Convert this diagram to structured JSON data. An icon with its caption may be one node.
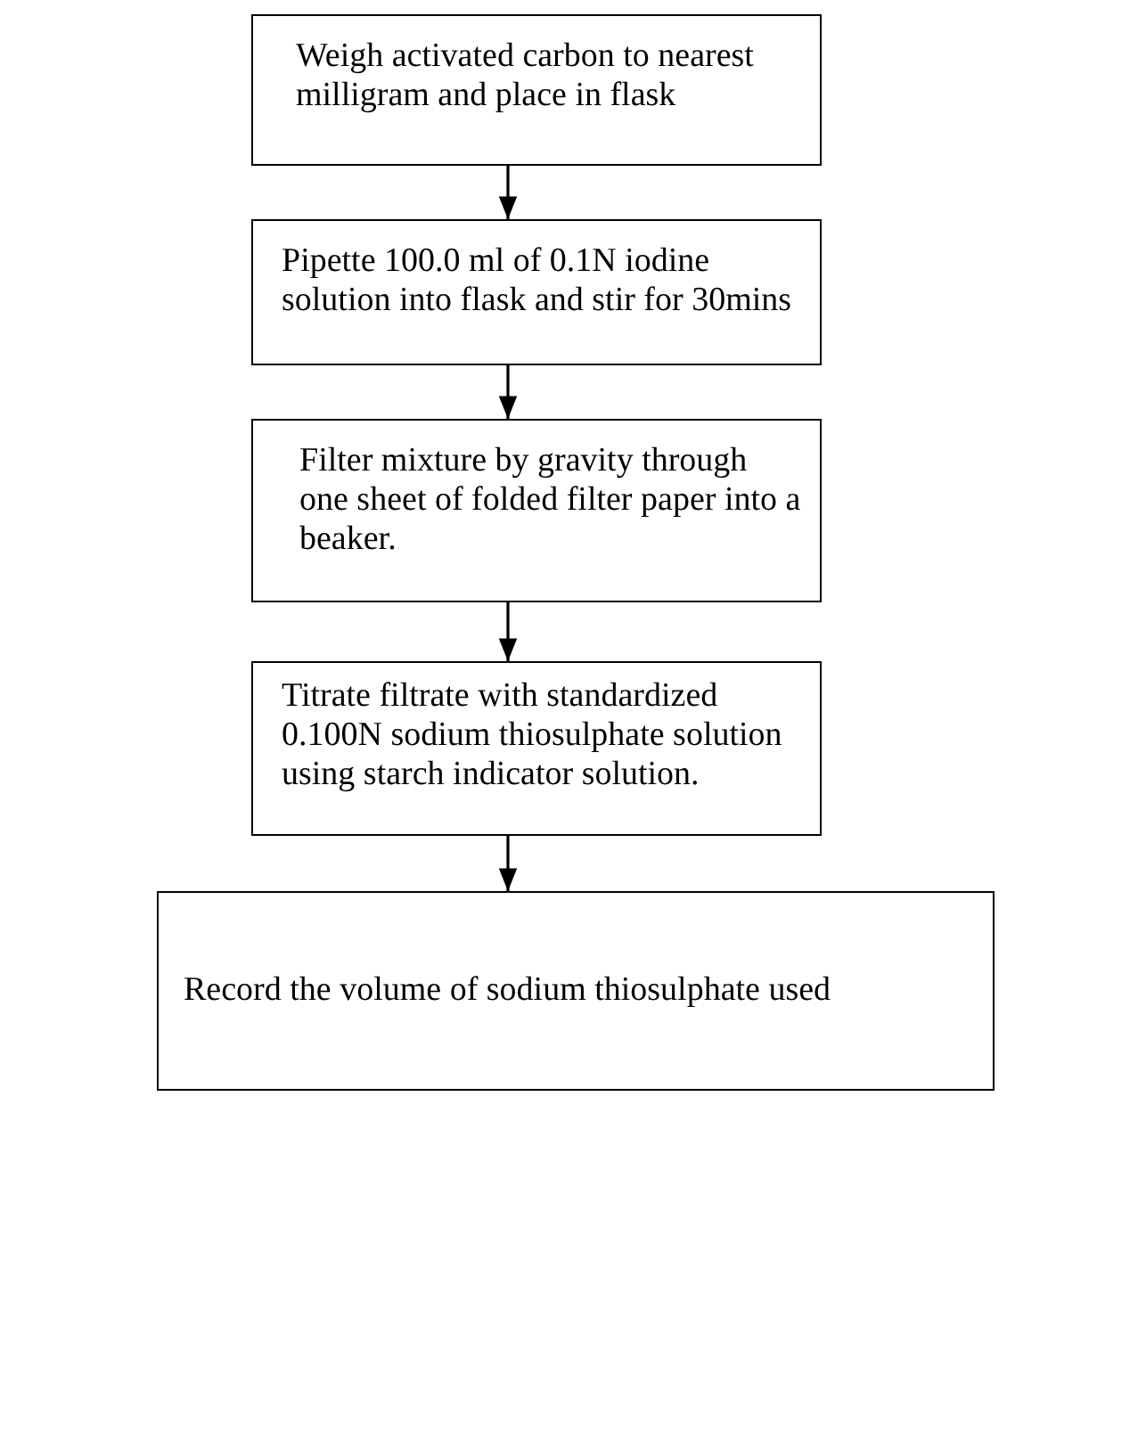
{
  "diagram": {
    "nodes": [
      {
        "text": [
          "Weigh activated carbon to nearest milligram and place in flask"
        ]
      },
      {
        "text": [
          "Pipette 100.0 ml of 0.1N iodine solution into flask and stir for 30mins"
        ]
      },
      {
        "text": [
          "Filter mixture by gravity through one sheet of folded filter paper into a beaker."
        ]
      },
      {
        "text": [
          "Titrate filtrate with standardized 0.100N sodium thiosulphate solution using starch indicator solution."
        ]
      },
      {
        "text": [
          "Record the volume of sodium thiosulphate used"
        ]
      }
    ],
    "edges": [
      {
        "from": 0,
        "to": 1,
        "arrow": "to"
      },
      {
        "from": 1,
        "to": 2,
        "arrow": "to"
      },
      {
        "from": 2,
        "to": 3,
        "arrow": "to"
      },
      {
        "from": 3,
        "to": 4,
        "arrow": "to"
      }
    ]
  }
}
